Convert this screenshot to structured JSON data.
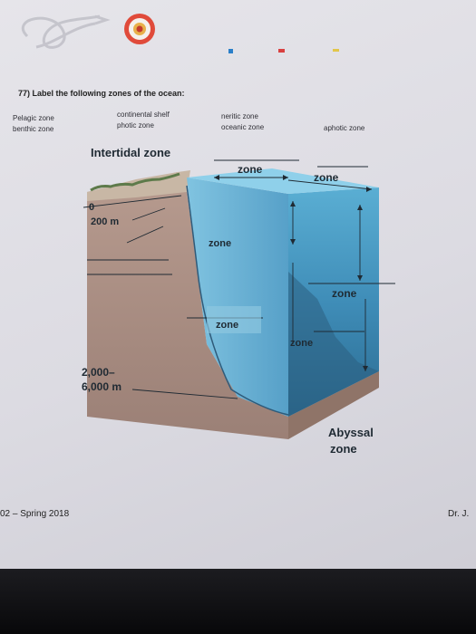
{
  "question": "77) Label the following zones of the ocean:",
  "terms": [
    "Pelagic zone",
    "benthic zone",
    "continental shelf",
    "photic zone",
    "neritic zone",
    "oceanic zone",
    "aphotic zone"
  ],
  "diagram": {
    "intertidal_label": "Intertidal zone",
    "zone_word": "zone",
    "depth_0": "0",
    "depth_200": "200 m",
    "depth_deep_1": "2,000–",
    "depth_deep_2": "6,000 m",
    "abyssal_1": "Abyssal",
    "abyssal_2": "zone"
  },
  "footer": {
    "left": "02 – Spring 2018",
    "right": "Dr. J."
  },
  "colors": {
    "ocean_top": "#4f9fc7",
    "ocean_deep": "#2e6f96",
    "rock": "#a98d80",
    "accent_red": "#d94040",
    "accent_blue": "#2a7fc9",
    "accent_yellow": "#e2c64a"
  }
}
